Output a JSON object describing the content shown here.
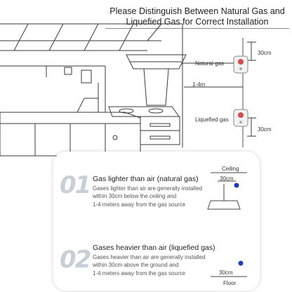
{
  "header": {
    "line1": "Please Distinguish Between Natural Gas and",
    "line2": "Liquefied Gas for Correct Installation"
  },
  "labels": {
    "natural_gas": "Natural gas",
    "liquefied_gas": "Liquefied gas",
    "distance": "1-4m",
    "clearance_top": "30cm",
    "clearance_bottom": "30cm"
  },
  "sections": [
    {
      "number": "01",
      "heading": "Gas lighter than air (natural gas)",
      "lines": [
        "Gases lighter than air are generally installed",
        "within 30cm below the ceiling and",
        "1-4 meters away from the gas source"
      ],
      "diagram": {
        "surface": "Ceiling",
        "distance": "30cm"
      }
    },
    {
      "number": "02",
      "heading": "Gases heavier than air (liquefied gas)",
      "lines": [
        "Gases heavier than air are generally installed",
        "within 30cm above the ground and",
        "1-4 meters away from the gas source"
      ],
      "diagram": {
        "surface": "Floor",
        "distance": "30cm"
      }
    }
  ],
  "colors": {
    "line": "#333333",
    "detector_dot": "#1f3bbf",
    "number": "#c9cfd6",
    "detector_accent": "#d94b4b"
  }
}
